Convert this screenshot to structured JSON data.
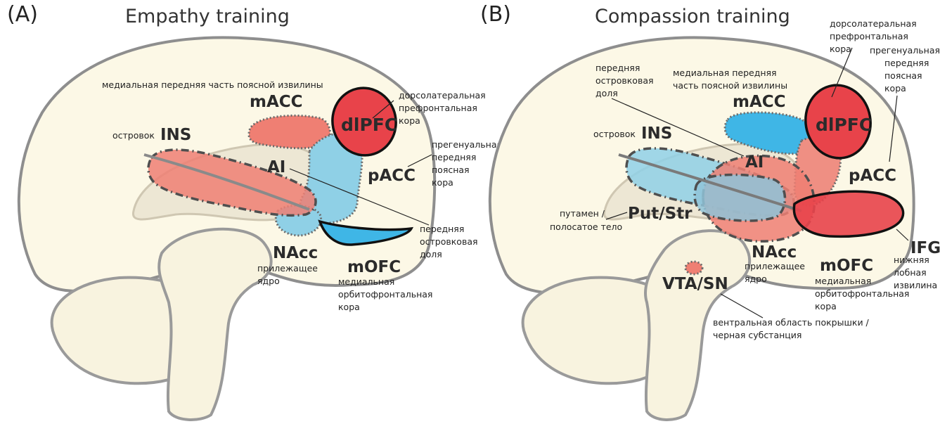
{
  "panels": [
    {
      "letter": "(A)",
      "title": "Empathy training",
      "regions": {
        "INS": {
          "abbr": "INS",
          "ru": [
            "островок"
          ]
        },
        "mACC": {
          "abbr": "mACC",
          "ru": [
            "медиальная передняя часть поясной извилины"
          ]
        },
        "dlPFC": {
          "abbr": "dlPFC",
          "ru": [
            "дорсолатеральная",
            "префронтальная",
            "кора"
          ]
        },
        "AI": {
          "abbr": "AI",
          "ru": [
            "передняя",
            "островковая",
            "доля"
          ]
        },
        "pACC": {
          "abbr": "pACC",
          "ru": [
            "прегенуальная",
            "передняя",
            "поясная",
            "кора"
          ]
        },
        "NAcc": {
          "abbr": "NAcc",
          "ru": [
            "прилежащее",
            "ядро"
          ]
        },
        "mOFC": {
          "abbr": "mOFC",
          "ru": [
            "медиальная",
            "орбитофронтальная",
            "кора"
          ]
        }
      }
    },
    {
      "letter": "(B)",
      "title": "Compassion training",
      "regions": {
        "INS": {
          "abbr": "INS",
          "ru": [
            "островок"
          ]
        },
        "AI": {
          "abbr": "AI",
          "ru": [
            "передняя",
            "островковая",
            "доля"
          ]
        },
        "mACC": {
          "abbr": "mACC",
          "ru": [
            "медиальная передняя",
            "часть поясной извилины"
          ]
        },
        "dlPFC": {
          "abbr": "dlPFC",
          "ru": [
            "дорсолатеральная",
            "префронтальная",
            "кора"
          ]
        },
        "pACC": {
          "abbr": "pACC",
          "ru": [
            "прегенуальная",
            "передняя",
            "поясная",
            "кора"
          ]
        },
        "PutStr": {
          "abbr": "Put/Str",
          "ru": [
            "путамен /",
            "полосатое тело"
          ]
        },
        "IFG": {
          "abbr": "IFG",
          "ru": [
            "нижняя",
            "лобная",
            "извилина"
          ]
        },
        "NAcc": {
          "abbr": "NAcc",
          "ru": [
            "прилежащее",
            "ядро"
          ]
        },
        "mOFC": {
          "abbr": "mOFC",
          "ru": [
            "медиальная",
            "орбитофронтальная",
            "кора"
          ]
        },
        "VTASN": {
          "abbr": "VTA/SN",
          "ru": [
            "вентральная область покрышки /",
            "черная субстанция"
          ]
        }
      }
    }
  ],
  "colors": {
    "red_light": "#ef7f73",
    "red_strong": "#e8434a",
    "blue_light": "#8fd0e6",
    "blue_strong": "#3fb6e6",
    "brain_fill": "#fcf8e6",
    "outline": "#8e8e8e"
  }
}
